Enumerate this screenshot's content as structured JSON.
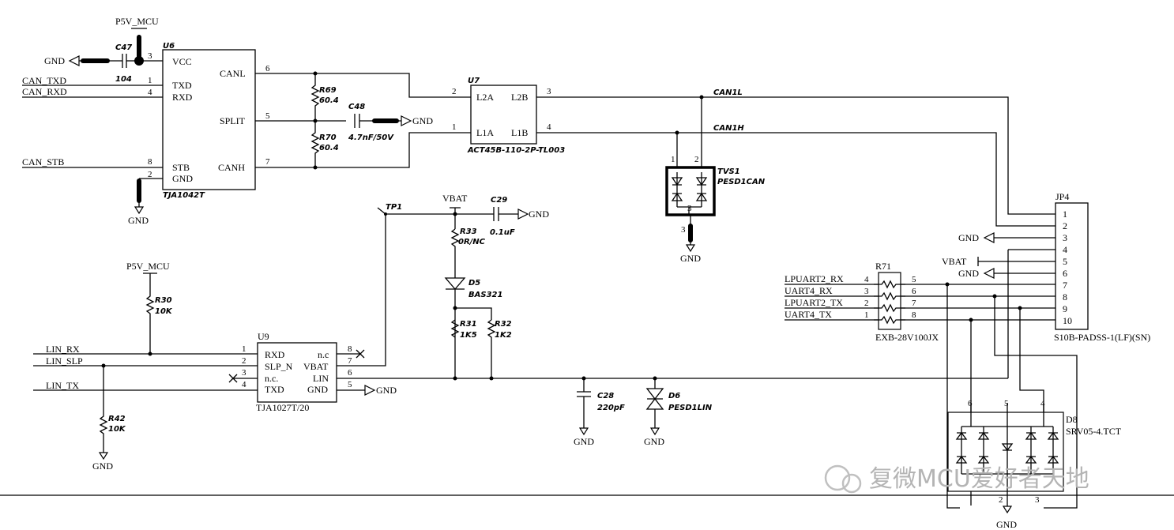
{
  "nets": {
    "p5v_mcu_top": "P5V_MCU",
    "p5v_mcu_lin": "P5V_MCU",
    "gnd": "GND",
    "can_txd": "CAN_TXD",
    "can_rxd": "CAN_RXD",
    "can_stb": "CAN_STB",
    "vbat": "VBAT",
    "lin_rx": "LIN_RX",
    "lin_slp": "LIN_SLP",
    "lin_tx": "LIN_TX",
    "can1l": "CAN1L",
    "can1h": "CAN1H",
    "lpuart2_rx": "LPUART2_RX",
    "uart4_rx": "UART4_RX",
    "lpuart2_tx": "LPUART2_TX",
    "uart4_tx": "UART4_TX",
    "vbat_jp4": "VBAT"
  },
  "u6": {
    "ref": "U6",
    "part": "TJA1042T",
    "pins": {
      "vcc": "VCC",
      "txd": "TXD",
      "rxd": "RXD",
      "stb": "STB",
      "gnd": "GND",
      "canl": "CANL",
      "split": "SPLIT",
      "canh": "CANH"
    },
    "nums": {
      "vcc": "3",
      "txd": "1",
      "rxd": "4",
      "stb": "8",
      "gnd": "2",
      "canl": "6",
      "split": "5",
      "canh": "7"
    }
  },
  "c47": {
    "ref": "C47",
    "value": "104"
  },
  "r69": {
    "ref": "R69",
    "value": "60.4"
  },
  "r70": {
    "ref": "R70",
    "value": "60.4"
  },
  "c48": {
    "ref": "C48",
    "value": "4.7nF/50V"
  },
  "u7": {
    "ref": "U7",
    "part": "ACT45B-110-2P-TL003",
    "pins": {
      "l2a": "L2A",
      "l2b": "L2B",
      "l1a": "L1A",
      "l1b": "L1B"
    },
    "nums": {
      "l2a": "2",
      "l2b": "3",
      "l1a": "1",
      "l1b": "4"
    }
  },
  "tvs1": {
    "ref": "TVS1",
    "part": "PESD1CAN",
    "nums": {
      "p1": "1",
      "p2": "2",
      "p3": "3",
      "p3b": "3"
    }
  },
  "tp1": {
    "ref": "TP1"
  },
  "c29": {
    "ref": "C29",
    "value": "0.1uF"
  },
  "r33": {
    "ref": "R33",
    "value": "0R/NC"
  },
  "d5": {
    "ref": "D5",
    "part": "BAS321"
  },
  "r31": {
    "ref": "R31",
    "value": "1K5"
  },
  "r32": {
    "ref": "R32",
    "value": "1K2"
  },
  "r30": {
    "ref": "R30",
    "value": "10K"
  },
  "r42": {
    "ref": "R42",
    "value": "10K"
  },
  "u9": {
    "ref": "U9",
    "part": "TJA1027T/20",
    "pins": {
      "rxd": "RXD",
      "slp": "SLP_N",
      "nc1": "n.c.",
      "txd": "TXD",
      "nc2": "n.c",
      "vbat": "VBAT",
      "lin": "LIN",
      "gnd": "GND"
    },
    "nums": {
      "rxd": "1",
      "slp": "2",
      "nc1": "3",
      "txd": "4",
      "nc2": "8",
      "vbat": "7",
      "lin": "6",
      "gnd": "5"
    }
  },
  "c28": {
    "ref": "C28",
    "value": "220pF"
  },
  "d6": {
    "ref": "D6",
    "part": "PESD1LIN"
  },
  "r71": {
    "ref": "R71",
    "part": "EXB-28V100JX",
    "left_nums": [
      "4",
      "3",
      "2",
      "1"
    ],
    "right_nums": [
      "5",
      "6",
      "7",
      "8"
    ]
  },
  "jp4": {
    "ref": "JP4",
    "part": "S10B-PADSS-1(LF)(SN)",
    "pins": [
      "1",
      "2",
      "3",
      "4",
      "5",
      "6",
      "7",
      "8",
      "9",
      "10"
    ]
  },
  "d8": {
    "ref": "D8",
    "part": "SRV05-4.TCT",
    "nums": {
      "p6": "6",
      "p5": "5",
      "p4": "4",
      "p2": "2",
      "p3": "3"
    }
  },
  "watermark": "复微MCU爱好者天地"
}
